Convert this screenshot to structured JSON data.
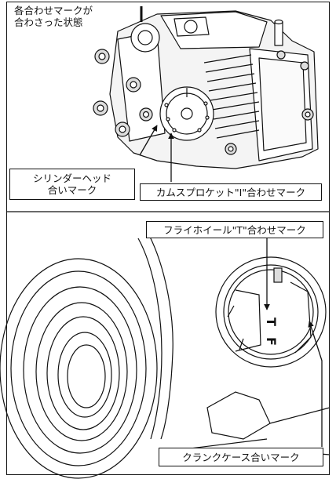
{
  "labels": {
    "top_left_line1": "各合わせマークが",
    "top_left_line2": "合わさった状態",
    "cylinder_head_line1": "シリンダーヘッド",
    "cylinder_head_line2": "合いマーク",
    "cam_sprocket": "カムスプロケット\"I\"合わせマーク",
    "flywheel": "フライホイール\"T\"合わせマーク",
    "crankcase": "クランクケース合いマーク",
    "flywheel_mark_t": "T",
    "flywheel_mark_f": "F"
  },
  "colors": {
    "line": "#111111",
    "shade": "#e8e8e8",
    "background": "#ffffff"
  }
}
